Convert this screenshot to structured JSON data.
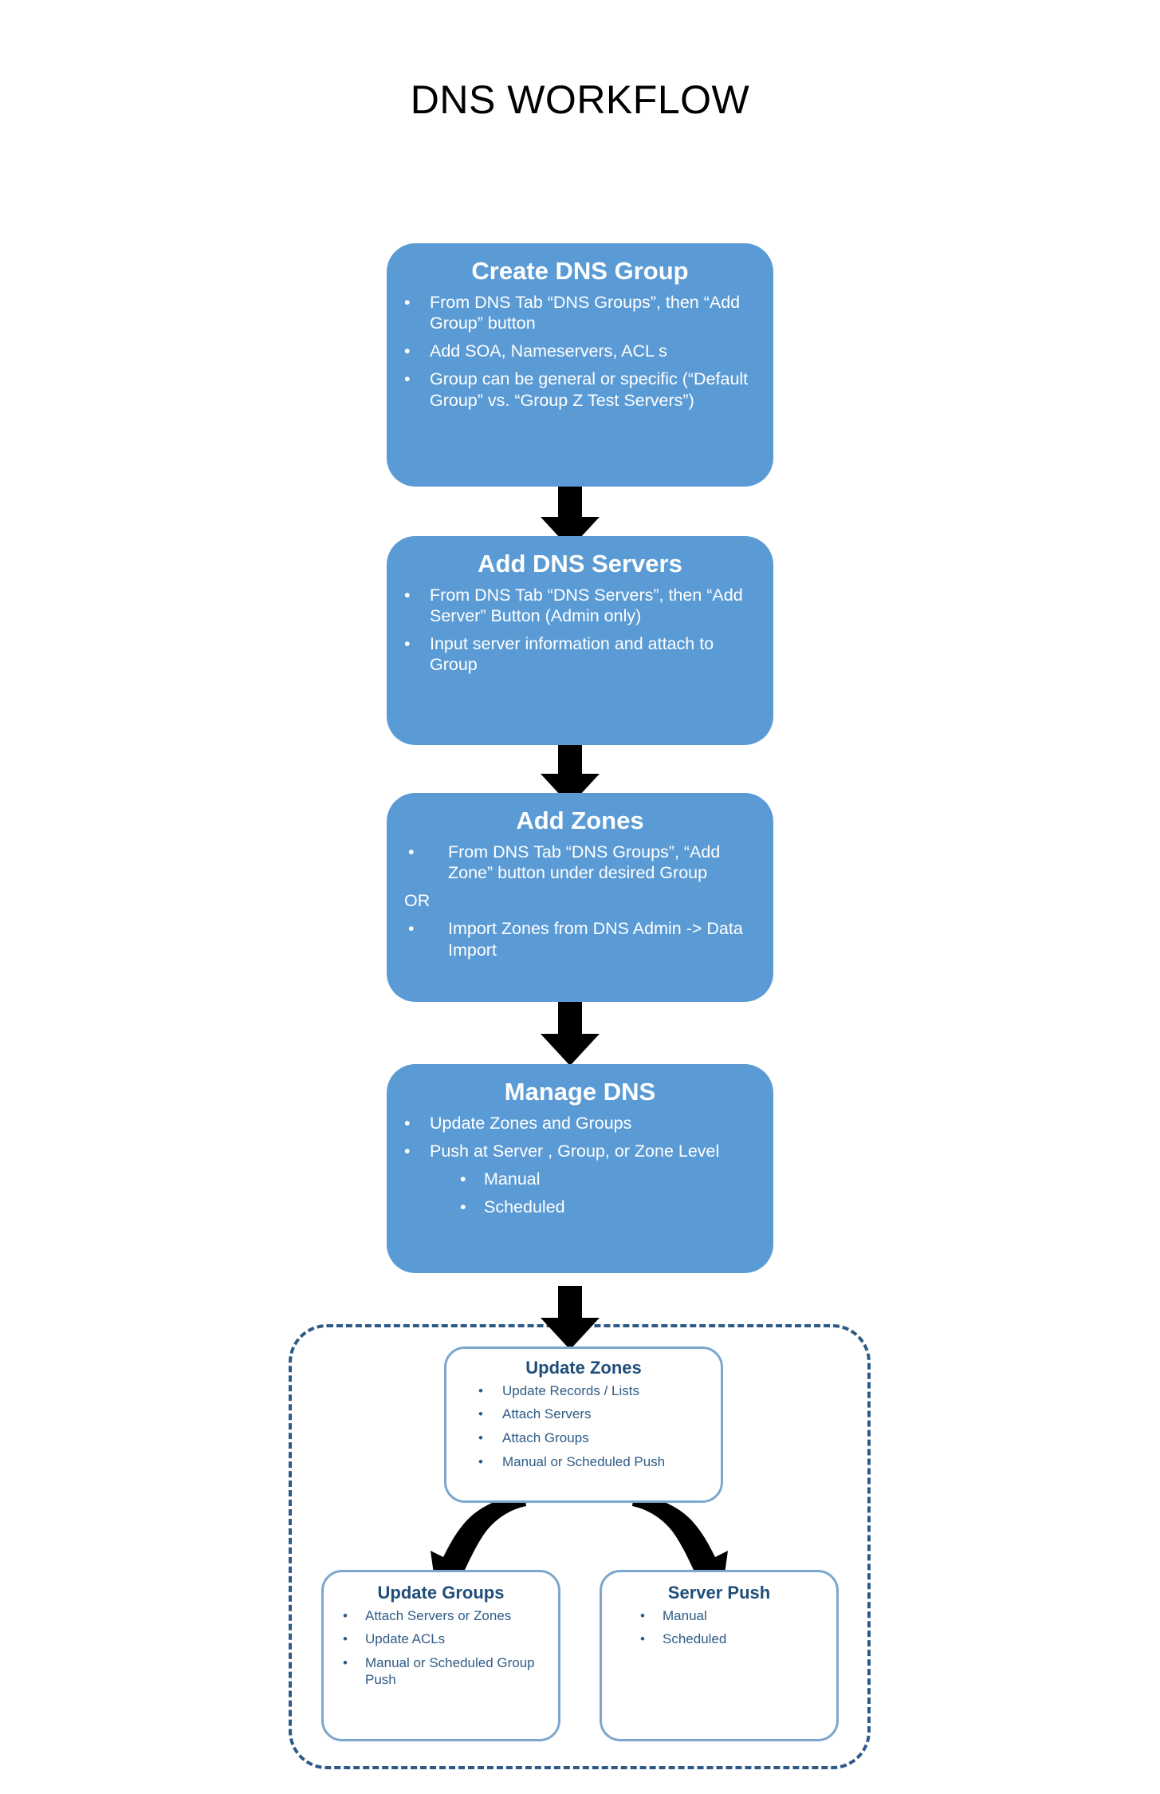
{
  "title": "DNS WORKFLOW",
  "colors": {
    "box_fill": "#5B9BD5",
    "box_text": "#FFFFFF",
    "outline_border": "#7BA7CE",
    "outline_text": "#1F4E79",
    "dashed_border": "#2E5A87",
    "arrow": "#000000",
    "background": "#FFFFFF"
  },
  "steps": [
    {
      "id": "create-dns-group",
      "title": "Create DNS Group",
      "bullets": [
        "From DNS Tab “DNS Groups”, then “Add Group” button",
        "Add SOA, Nameservers, ACL s",
        "Group can be general or specific (“Default Group” vs. “Group Z Test Servers”)"
      ]
    },
    {
      "id": "add-dns-servers",
      "title": "Add DNS Servers",
      "bullets": [
        "From DNS Tab “DNS Servers”, then “Add Server” Button (Admin only)",
        "Input server information and attach to Group"
      ]
    },
    {
      "id": "add-zones",
      "title": "Add  Zones",
      "bullets_before": [
        "From DNS Tab “DNS Groups”, “Add Zone” button under desired Group"
      ],
      "separator": "OR",
      "bullets_after": [
        "Import Zones from DNS Admin -> Data Import"
      ]
    },
    {
      "id": "manage-dns",
      "title": "Manage DNS",
      "bullets": [
        "Update Zones and Groups",
        "Push at Server , Group, or Zone Level"
      ],
      "sub_bullets": [
        "Manual",
        "Scheduled"
      ]
    }
  ],
  "detail_group": {
    "update_zones": {
      "title": "Update Zones",
      "bullets": [
        "Update Records / Lists",
        "Attach Servers",
        "Attach Groups",
        "Manual or Scheduled Push"
      ]
    },
    "update_groups": {
      "title": "Update Groups",
      "bullets": [
        "Attach Servers or Zones",
        "Update ACLs",
        "Manual or Scheduled Group Push"
      ]
    },
    "server_push": {
      "title": "Server Push",
      "bullets": [
        "Manual",
        "Scheduled"
      ]
    }
  },
  "bullet_glyph": "•"
}
